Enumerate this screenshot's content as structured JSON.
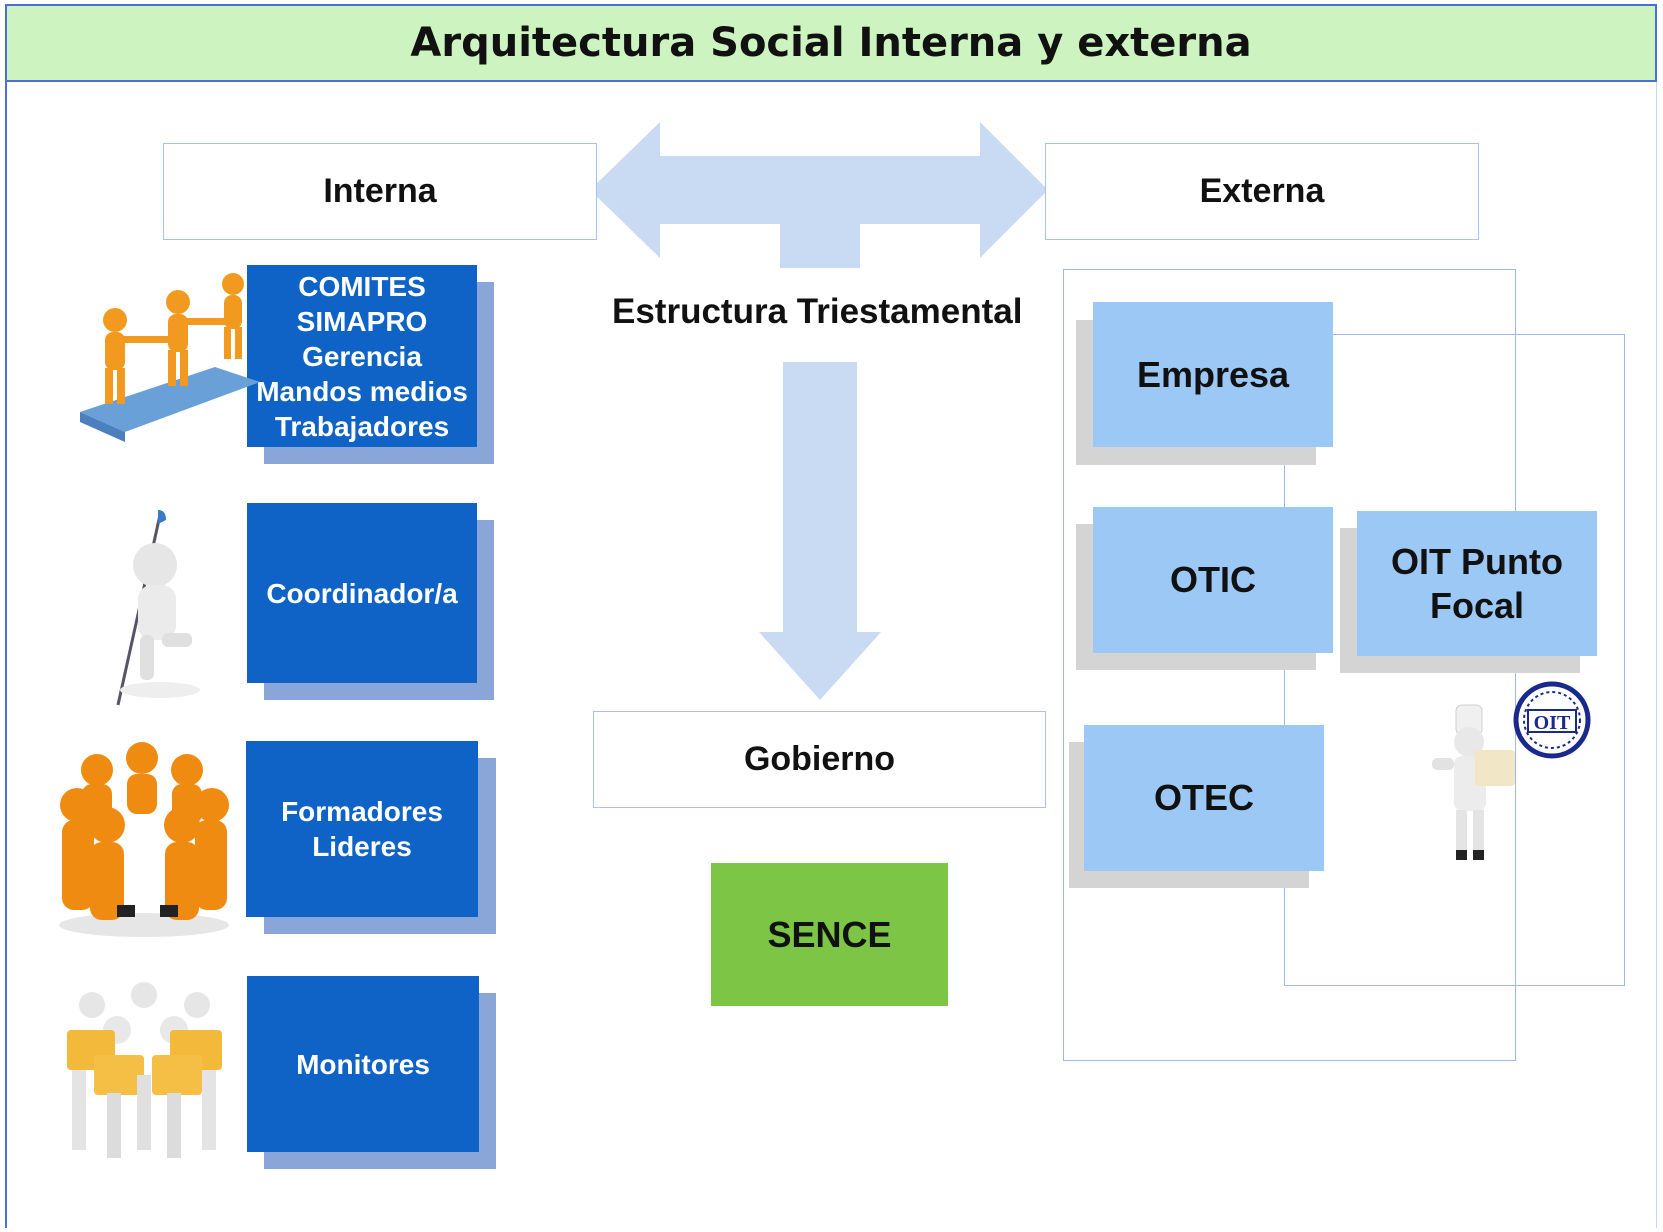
{
  "title": "Arquitectura Social Interna y externa",
  "headers": {
    "interna": "Interna",
    "externa": "Externa",
    "gobierno": "Gobierno"
  },
  "center_label": "Estructura Triestamental",
  "interna_boxes": [
    {
      "lines": [
        "COMITES",
        "SIMAPRO",
        "Gerencia",
        "Mandos medios",
        "Trabajadores"
      ]
    },
    {
      "lines": [
        "Coordinador/a"
      ]
    },
    {
      "lines": [
        "Formadores",
        "Lideres"
      ]
    },
    {
      "lines": [
        "Monitores"
      ]
    }
  ],
  "externa_boxes": {
    "empresa": "Empresa",
    "otic": "OTIC",
    "otec": "OTEC",
    "oit": [
      "OIT Punto",
      "Focal"
    ]
  },
  "gobierno_box": "SENCE",
  "logo_text": "OIT",
  "colors": {
    "title_bg": "#ccf3c0",
    "interna_box": "#0f63c6",
    "externa_box": "#9cc8f5",
    "sence_box": "#7cc545",
    "arrow": "#c9daf3"
  },
  "icons": [
    "team-puzzle-illustration",
    "pointer-person-illustration",
    "team-huddle-illustration",
    "folder-team-illustration",
    "presenter-person-illustration",
    "oit-logo-icon"
  ]
}
